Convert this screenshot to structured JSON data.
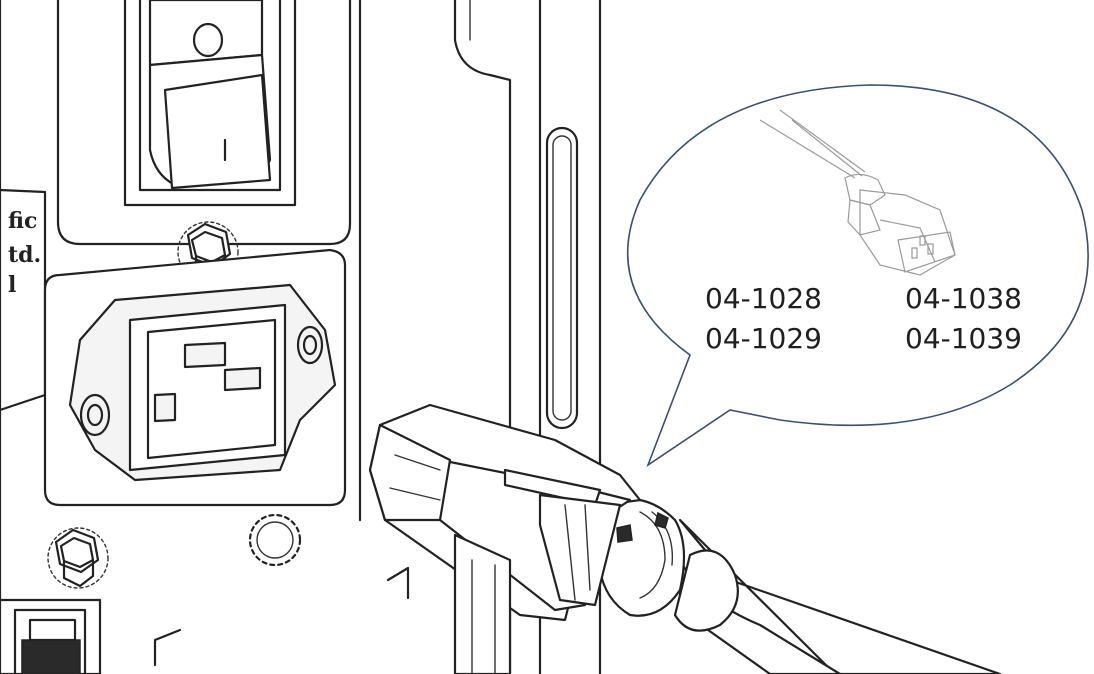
{
  "callout": {
    "part_numbers": {
      "left_top": "04-1028",
      "left_bottom": "04-1029",
      "right_top": "04-1038",
      "right_bottom": "04-1039"
    }
  },
  "panel_label": {
    "line1": "fic",
    "line2": "td.",
    "line3": "l"
  },
  "colors": {
    "line": "#222222",
    "callout_outline": "#3a4f73",
    "background": "#ffffff"
  }
}
